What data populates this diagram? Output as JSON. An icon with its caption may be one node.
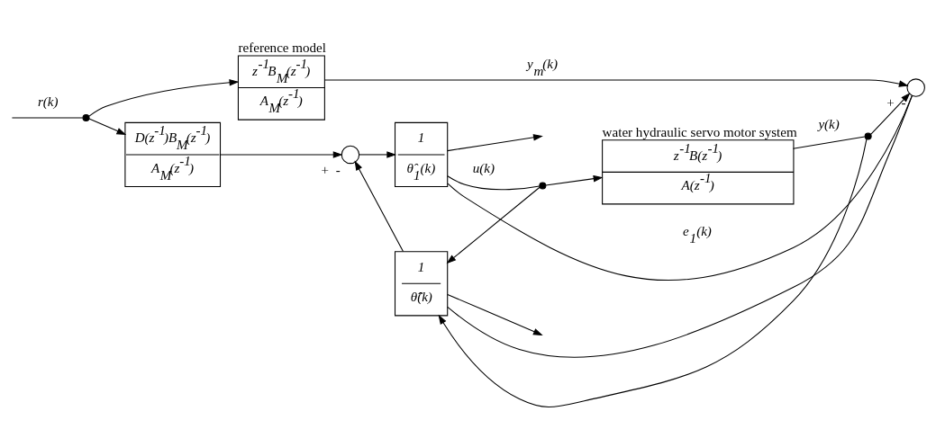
{
  "diagram": {
    "nodes": [
      {
        "text": [
          "reference model",
          "z$^{-1}$B$_{M}$(z$^{-1}$)",
          "A$_{M}$(z$^{-1}$)"
        ]
      },
      {
        "text": [
          "D(z$^{-1}$)B$_{M}$(z$^{-1}$)",
          "A$_{M}$(z$^{-1}$)"
        ]
      },
      {
        "text": [],
        "shape": "circle",
        "beside": [
          "+",
          "-"
        ]
      },
      {
        "text": [
          "1",
          "θ̂$_{1}$(k)"
        ]
      },
      {
        "text": [
          "1",
          "θ̂̂(k)"
        ]
      },
      {
        "text": [
          "water hydraulic servo motor system",
          "z$^{-1}$B(z$^{-1}$)",
          "A(z$^{-1}$)"
        ]
      },
      {
        "text": [],
        "shape": "circle",
        "beside": [
          "+",
          "-"
        ]
      },
      {
        "text": [],
        "shape": "dot"
      },
      {
        "text": [],
        "shape": "dot"
      },
      {
        "text": [],
        "shape": "dot"
      }
    ],
    "edges": [
      {
        "from": null,
        "to": 7,
        "arrow": "none",
        "label": "r(k)"
      },
      {
        "from": 7,
        "to": 0,
        "arrow": "to"
      },
      {
        "from": 7,
        "to": 1,
        "arrow": "to"
      },
      {
        "from": 1,
        "to": 2,
        "arrow": "to"
      },
      {
        "from": 2,
        "to": 3,
        "arrow": "to"
      },
      {
        "from": 3,
        "to": 8,
        "arrow": "none",
        "label": "u(k)"
      },
      {
        "from": 8,
        "to": 5,
        "arrow": "to"
      },
      {
        "from": 8,
        "to": 4,
        "arrow": "to"
      },
      {
        "from": 5,
        "to": 9,
        "arrow": "none",
        "label": "y(k)"
      },
      {
        "from": 9,
        "to": 6,
        "arrow": "to"
      },
      {
        "from": 0,
        "to": 6,
        "arrow": "to",
        "label": "y$_{m}$(k)"
      },
      {
        "from": 9,
        "to": 4,
        "arrow": "to"
      },
      {
        "from": 4,
        "to": 2,
        "arrow": "to"
      },
      {
        "from": 6,
        "to": 3,
        "arrow": "none",
        "label": "e$_{1}$(k)"
      },
      {
        "from": 6,
        "to": 4,
        "arrow": "none"
      },
      {
        "from": 3,
        "to": null,
        "arrow": "to"
      },
      {
        "from": 4,
        "to": null,
        "arrow": "to"
      }
    ]
  }
}
